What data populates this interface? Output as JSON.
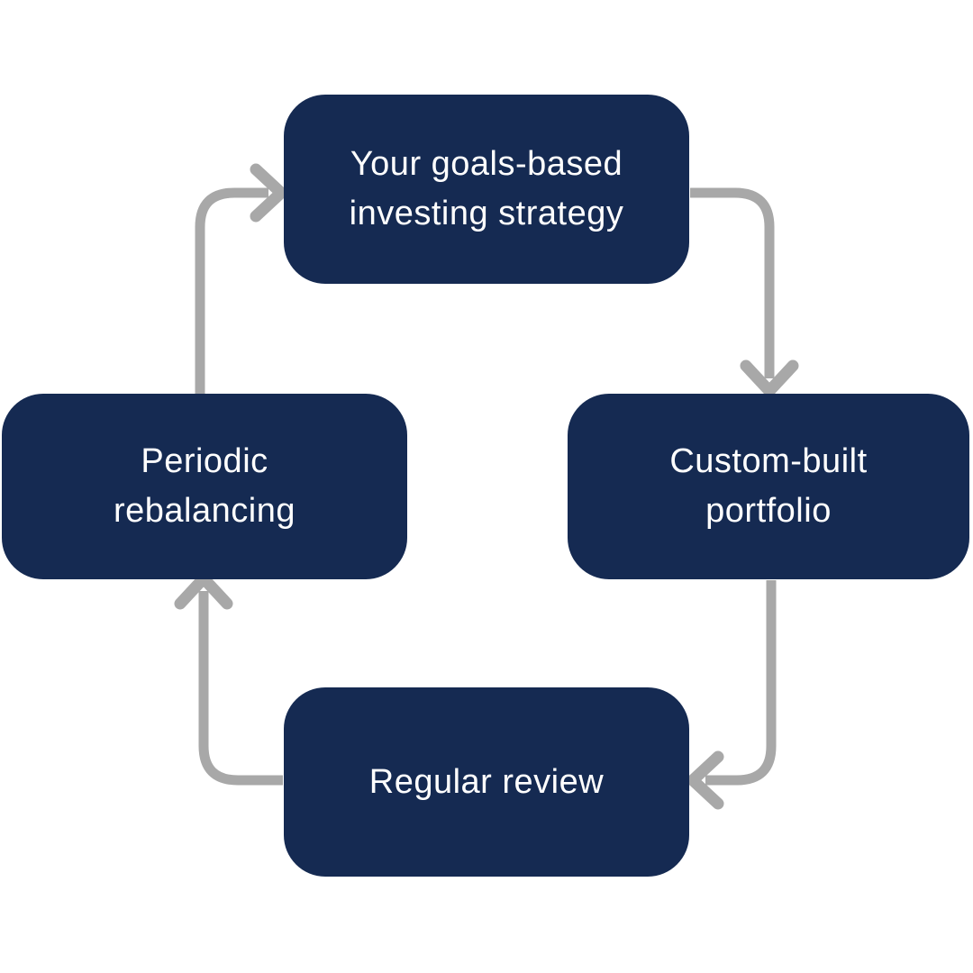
{
  "diagram": {
    "type": "cycle",
    "background_color": "#ffffff",
    "node_color": "#152a52",
    "node_text_color": "#ffffff",
    "arrow_color": "#a8a8a8",
    "nodes": [
      {
        "id": "strategy",
        "position": "top",
        "lines": [
          "Your goals-based",
          "investing strategy"
        ]
      },
      {
        "id": "portfolio",
        "position": "right",
        "lines": [
          "Custom-built",
          "portfolio"
        ]
      },
      {
        "id": "review",
        "position": "bottom",
        "lines": [
          "Regular review",
          ""
        ]
      },
      {
        "id": "rebalancing",
        "position": "left",
        "lines": [
          "Periodic",
          "rebalancing"
        ]
      }
    ],
    "flow_order": "strategy > portfolio > review > rebalancing > strategy"
  }
}
